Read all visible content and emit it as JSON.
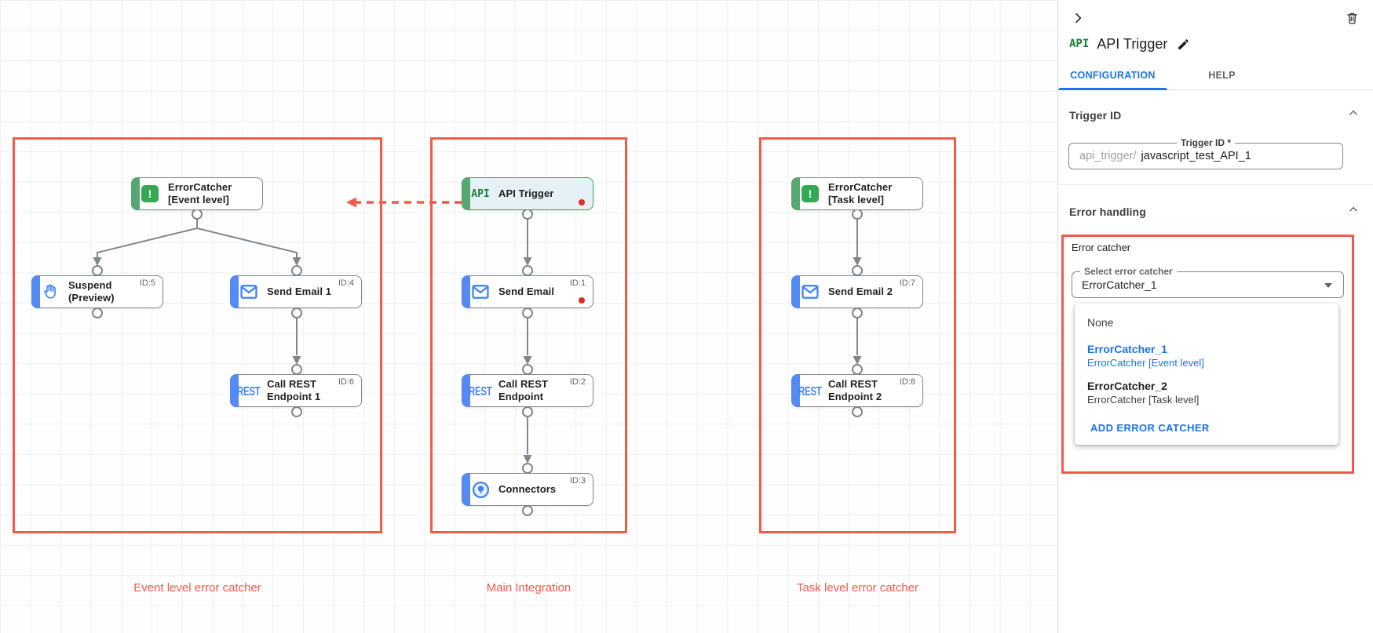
{
  "colors": {
    "accent_red": "#f4594a",
    "green": "#34a853",
    "blue": "#4285f4",
    "link_blue": "#1a73e8",
    "error_dot": "#e02b20"
  },
  "canvas": {
    "captions": [
      "Event level error catcher",
      "Main Integration",
      "Task level error catcher"
    ],
    "icon_text": {
      "api": "API",
      "rest": "REST",
      "error": "!"
    },
    "nodes": [
      {
        "line1": "ErrorCatcher",
        "line2": "[Event level]",
        "id": ""
      },
      {
        "line1": "Suspend",
        "line2": "(Preview)",
        "id": "ID:5"
      },
      {
        "line1": "Send Email 1",
        "line2": "",
        "id": "ID:4"
      },
      {
        "line1": "Call REST",
        "line2": "Endpoint 1",
        "id": "ID:6"
      },
      {
        "line1": "API Trigger",
        "line2": "",
        "id": ""
      },
      {
        "line1": "Send Email",
        "line2": "",
        "id": "ID:1"
      },
      {
        "line1": "Call REST",
        "line2": "Endpoint",
        "id": "ID:2"
      },
      {
        "line1": "Connectors",
        "line2": "",
        "id": "ID:3"
      },
      {
        "line1": "ErrorCatcher",
        "line2": "[Task level]",
        "id": ""
      },
      {
        "line1": "Send Email 2",
        "line2": "",
        "id": "ID:7"
      },
      {
        "line1": "Call REST",
        "line2": "Endpoint 2",
        "id": "ID:8"
      }
    ]
  },
  "panel": {
    "badge": "API",
    "title": "API Trigger",
    "tabs": {
      "configuration": "CONFIGURATION",
      "help": "HELP"
    },
    "trigger_id": {
      "heading": "Trigger ID",
      "field_label": "Trigger ID *",
      "prefix": "api_trigger/",
      "value": "javascript_test_API_1"
    },
    "error_handling": {
      "heading": "Error handling",
      "group_label": "Error catcher",
      "select_label": "Select error catcher",
      "select_value": "ErrorCatcher_1",
      "menu": {
        "items": [
          {
            "title": "None",
            "subtitle": ""
          },
          {
            "title": "ErrorCatcher_1",
            "subtitle": "ErrorCatcher [Event level]"
          },
          {
            "title": "ErrorCatcher_2",
            "subtitle": "ErrorCatcher [Task level]"
          }
        ],
        "action": "ADD ERROR CATCHER"
      }
    }
  }
}
